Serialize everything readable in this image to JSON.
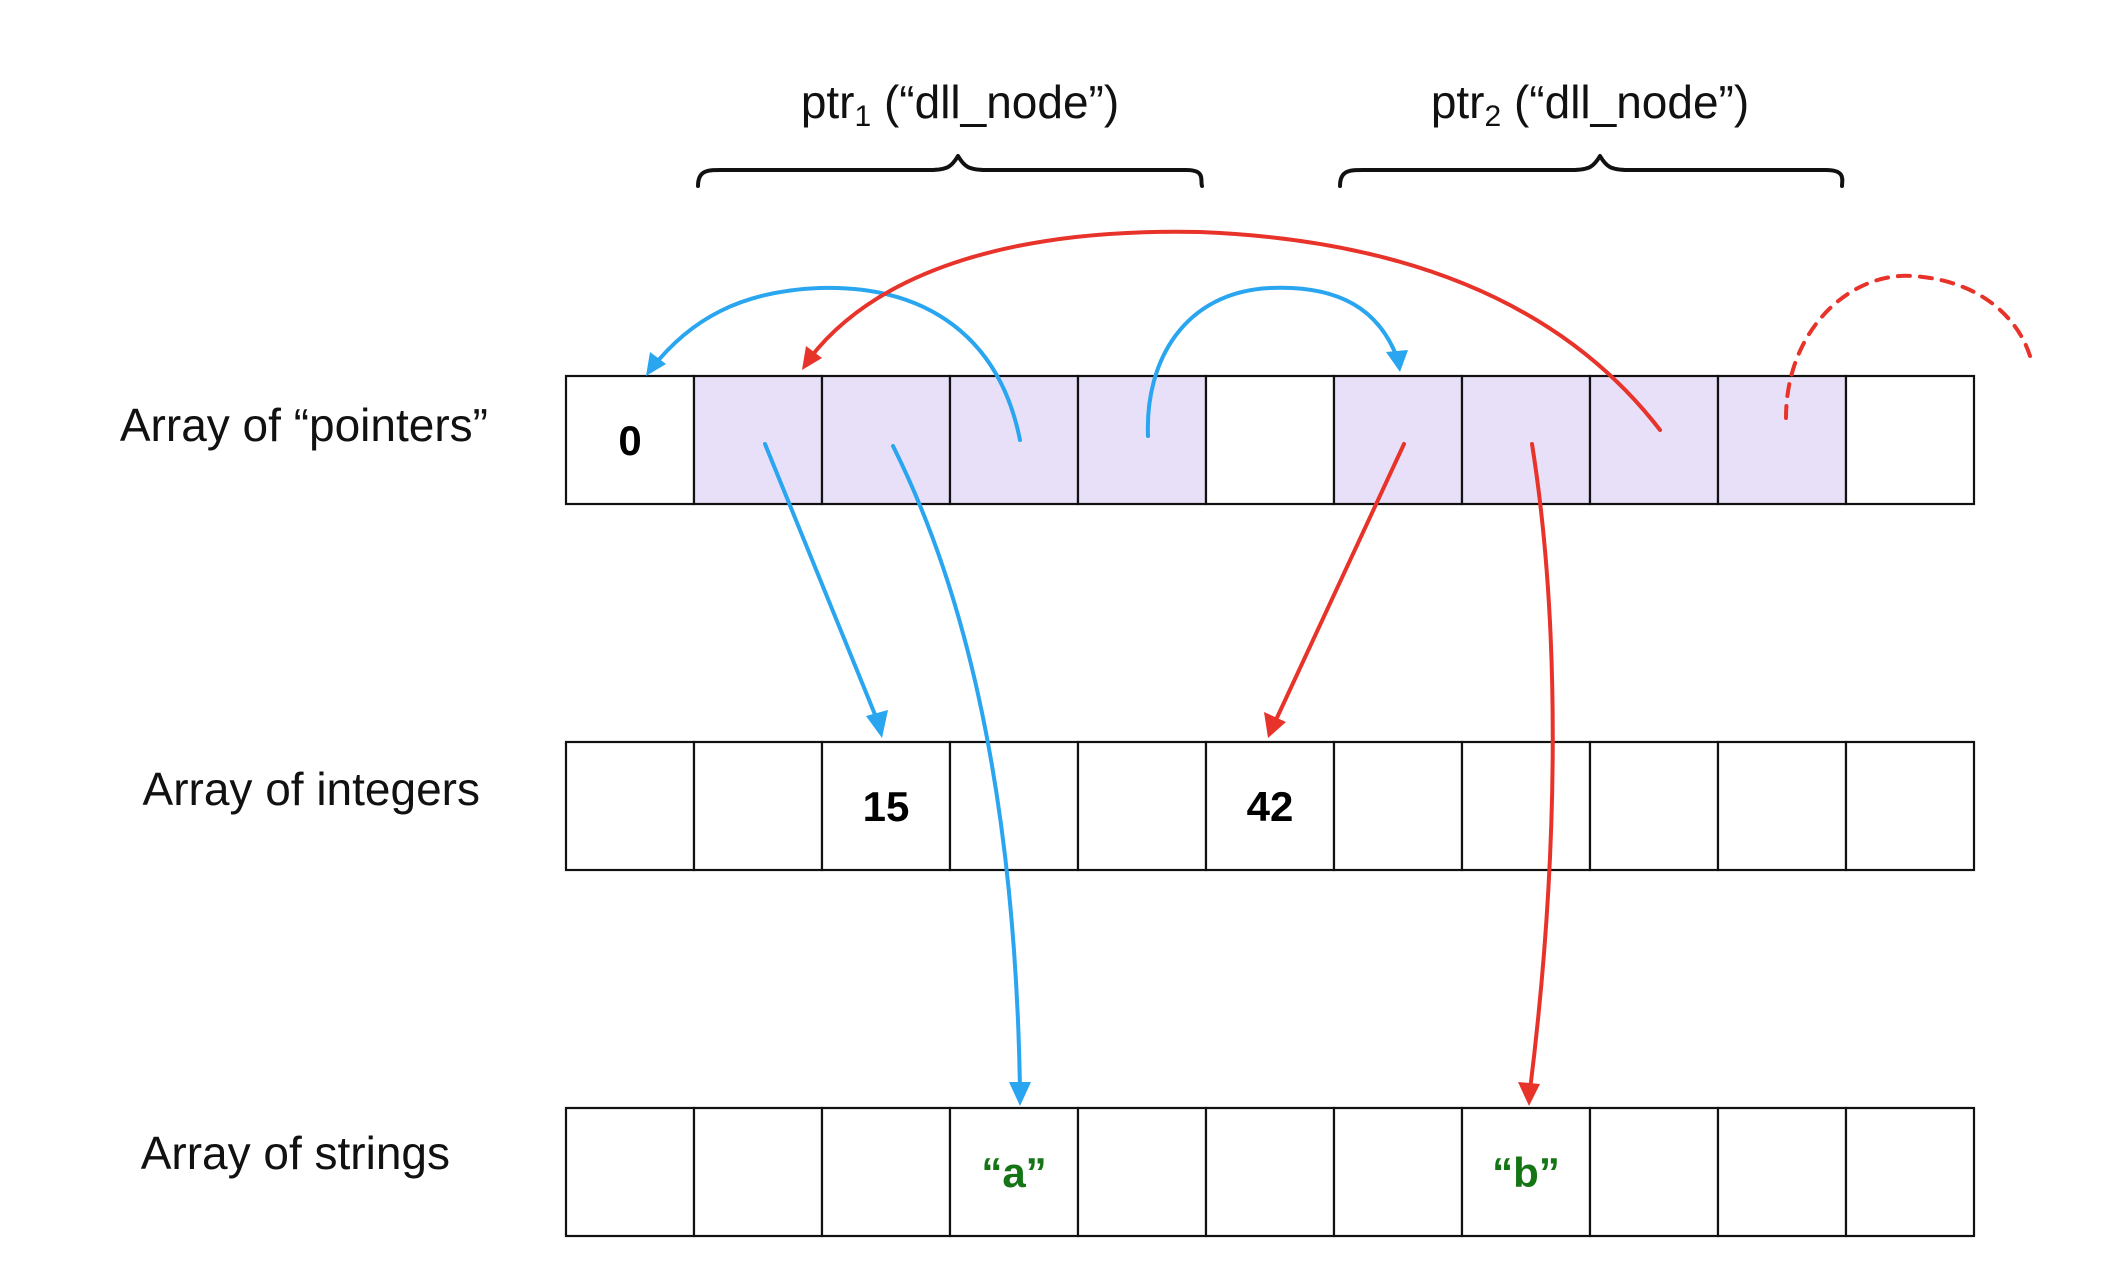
{
  "title": "",
  "colors": {
    "highlight": "#e8e0f8",
    "blue_arrow": "#2aa5ef",
    "red_arrow": "#e8332b",
    "string_text": "#157515"
  },
  "rows": [
    {
      "label": "Array of “pointers”",
      "cells": [
        "0",
        "",
        "",
        "",
        "",
        "",
        "",
        "",
        "",
        "",
        ""
      ],
      "highlighted": [
        false,
        true,
        true,
        true,
        true,
        false,
        true,
        true,
        true,
        true,
        false
      ]
    },
    {
      "label": "Array of integers",
      "cells": [
        "",
        "",
        "15",
        "",
        "",
        "42",
        "",
        "",
        "",
        "",
        ""
      ],
      "highlighted": [
        false,
        false,
        false,
        false,
        false,
        false,
        false,
        false,
        false,
        false,
        false
      ]
    },
    {
      "label": "Array of strings",
      "cells": [
        "",
        "",
        "",
        "“a”",
        "",
        "",
        "",
        "“b”",
        "",
        "",
        ""
      ],
      "highlighted": [
        false,
        false,
        false,
        false,
        false,
        false,
        false,
        false,
        false,
        false,
        false
      ]
    }
  ],
  "braces": [
    {
      "name": "ptr",
      "subscript": "1",
      "suffix": " (“dll_node”)",
      "first_cell": 1,
      "last_cell": 4
    },
    {
      "name": "ptr",
      "subscript": "2",
      "suffix": " (“dll_node”)",
      "first_cell": 6,
      "last_cell": 9
    }
  ],
  "arrows": [
    {
      "color": "blue",
      "from": "pointers.3",
      "to": "pointers.0",
      "kind": "prev"
    },
    {
      "color": "blue",
      "from": "pointers.4",
      "to": "pointers.6",
      "kind": "next"
    },
    {
      "color": "blue",
      "from": "pointers.1",
      "to": "integers.2",
      "kind": "int"
    },
    {
      "color": "blue",
      "from": "pointers.2",
      "to": "strings.3",
      "kind": "str"
    },
    {
      "color": "red",
      "from": "pointers.8",
      "to": "pointers.1",
      "kind": "prev"
    },
    {
      "color": "red",
      "from": "pointers.9",
      "to": "offscreen",
      "kind": "next",
      "dashed": true
    },
    {
      "color": "red",
      "from": "pointers.6",
      "to": "integers.5",
      "kind": "int"
    },
    {
      "color": "red",
      "from": "pointers.7",
      "to": "strings.7",
      "kind": "str"
    }
  ]
}
